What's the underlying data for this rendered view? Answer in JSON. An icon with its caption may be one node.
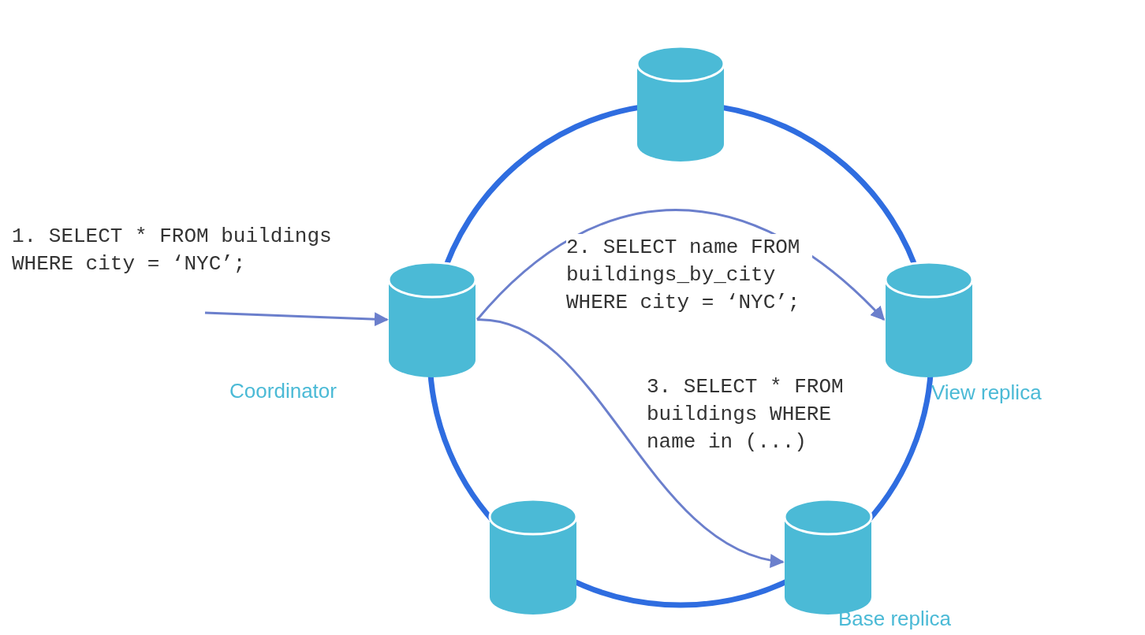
{
  "diagram": {
    "nodes": [
      {
        "text": [],
        "shape": "cylinder"
      },
      {
        "text": [
          "Coordinator"
        ]
      },
      {
        "text": [
          "View replica"
        ]
      },
      {
        "text": [],
        "shape": "cylinder"
      },
      {
        "text": [
          "Base replica"
        ]
      }
    ],
    "edges": [
      {
        "from": null,
        "to": 1,
        "arrow": "to",
        "label": "1. SELECT * FROM buildings WHERE city = ‘NYC’;",
        "color": "#6b7fcc"
      },
      {
        "from": 1,
        "to": 2,
        "arrow": "to",
        "label": "2. SELECT name FROM buildings_by_city WHERE city = ‘NYC’;",
        "color": "#6b7fcc"
      },
      {
        "from": 1,
        "to": 4,
        "arrow": "to",
        "label": "3. SELECT * FROM buildings WHERE name in (...)",
        "color": "#6b7fcc"
      },
      {
        "from": 0,
        "to": 2,
        "arrow": "none"
      },
      {
        "from": 2,
        "to": 4,
        "arrow": "none"
      },
      {
        "from": 4,
        "to": 3,
        "arrow": "none"
      },
      {
        "from": 3,
        "to": 1,
        "arrow": "none"
      },
      {
        "from": 1,
        "to": 0,
        "arrow": "none"
      }
    ]
  }
}
